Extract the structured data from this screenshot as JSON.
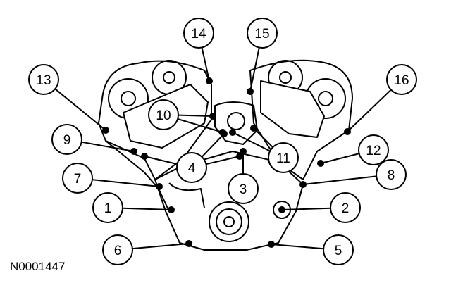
{
  "figure_id": "N0001447",
  "callouts": [
    {
      "label": "13",
      "target": "bolt-upper-left-cam-cover"
    },
    {
      "label": "14",
      "target": "bolt-left-cover-top"
    },
    {
      "label": "15",
      "target": "bolt-right-cover-top"
    },
    {
      "label": "16",
      "target": "bolt-upper-right-cam-cover"
    },
    {
      "label": "9",
      "target": "bolt-left-side"
    },
    {
      "label": "10",
      "target": "bolt-center-upper"
    },
    {
      "label": "11",
      "target": "bolt-center-right"
    },
    {
      "label": "4",
      "target": "bolt-center-left"
    },
    {
      "label": "12",
      "target": "bolt-right-side"
    },
    {
      "label": "7",
      "target": "bolt-left-mid"
    },
    {
      "label": "8",
      "target": "bolt-right-mid"
    },
    {
      "label": "3",
      "target": "bolt-center-lower"
    },
    {
      "label": "1",
      "target": "bolt-left-lower"
    },
    {
      "label": "2",
      "target": "bolt-right-lower"
    },
    {
      "label": "6",
      "target": "bolt-bottom-left"
    },
    {
      "label": "5",
      "target": "bolt-bottom-right"
    }
  ]
}
